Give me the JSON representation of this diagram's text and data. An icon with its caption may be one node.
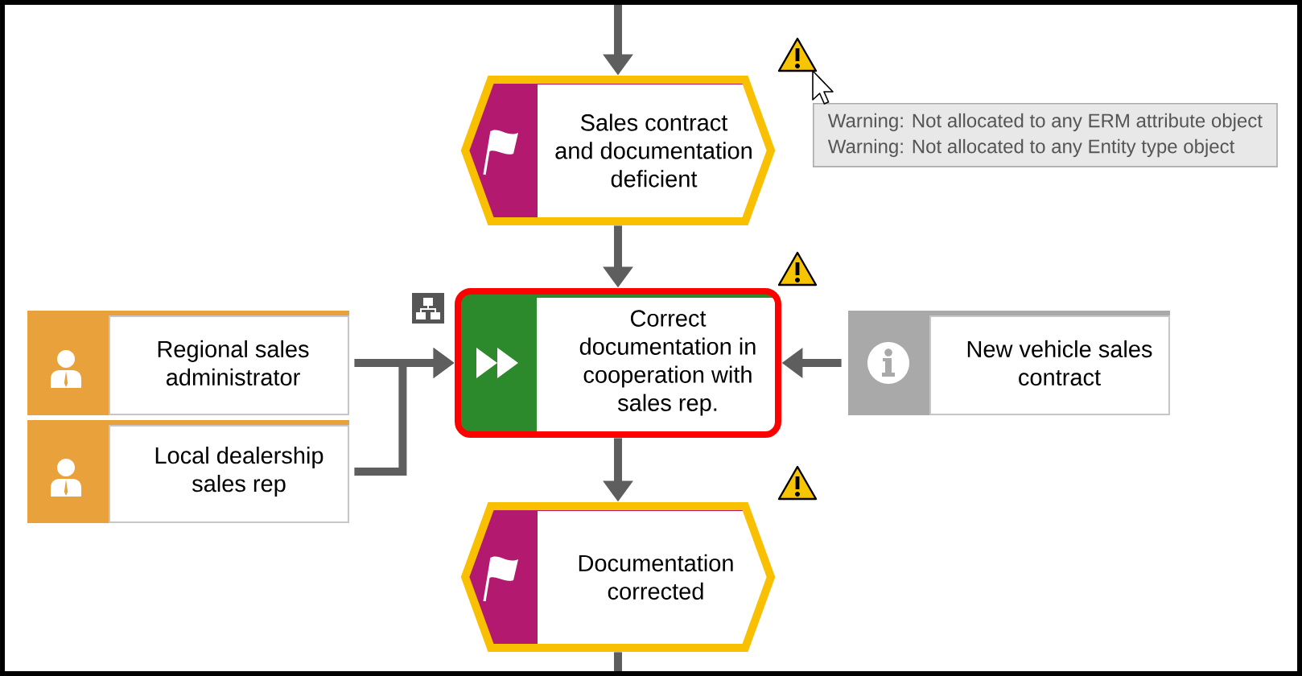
{
  "diagram": {
    "nodes": [
      {
        "text": [
          "Sales contract and documentation deficient"
        ]
      },
      {
        "text": [
          "Warning: Not allocated to any ERM attribute object",
          "Warning: Not allocated to any Entity type object"
        ]
      },
      {
        "text": [
          "Regional sales administrator"
        ]
      },
      {
        "text": [
          "Correct documentation in cooperation with sales rep."
        ]
      },
      {
        "text": [
          "New vehicle sales contract"
        ]
      },
      {
        "text": [
          "Local dealership sales rep"
        ]
      },
      {
        "text": [
          "Documentation corrected"
        ]
      }
    ],
    "edges": [
      {
        "from": null,
        "to": 0,
        "arrow": "to"
      },
      {
        "from": 0,
        "to": 3,
        "arrow": "to"
      },
      {
        "from": 2,
        "to": 3,
        "arrow": "to"
      },
      {
        "from": 5,
        "to": 3,
        "arrow": "to"
      },
      {
        "from": 4,
        "to": 3,
        "arrow": "to"
      },
      {
        "from": 3,
        "to": 6,
        "arrow": "to"
      },
      {
        "from": 6,
        "to": null,
        "arrow": "none"
      }
    ]
  }
}
